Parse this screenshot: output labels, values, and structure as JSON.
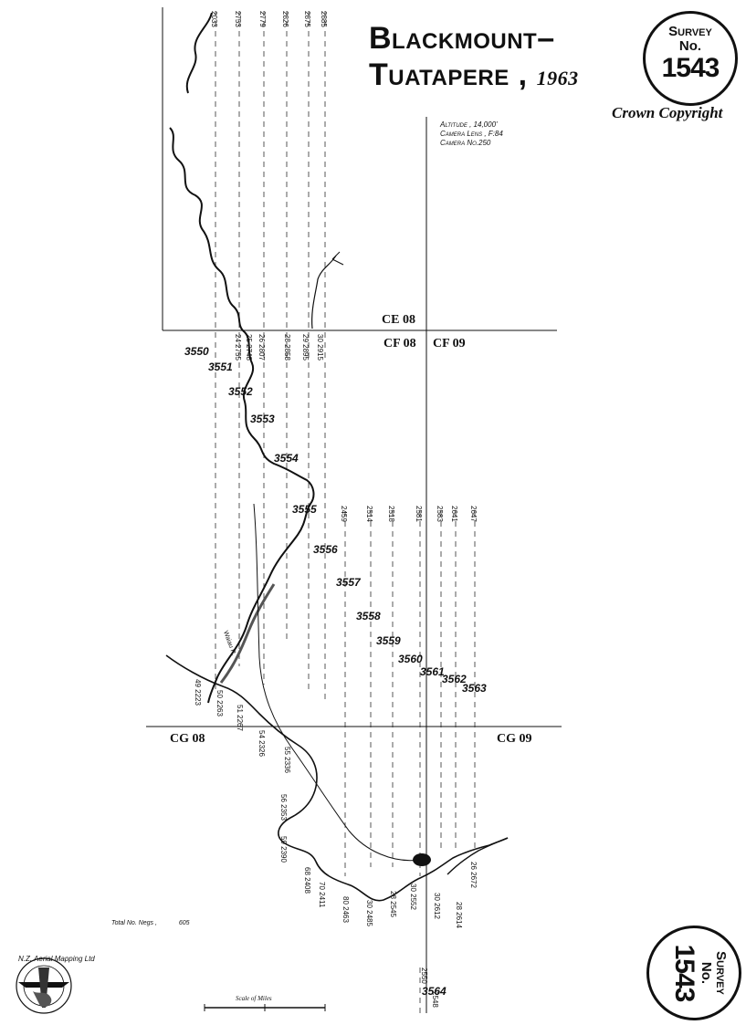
{
  "title": {
    "line1": "Blackmount–",
    "line2": "Tuatapere ,",
    "year": "1963"
  },
  "stamp_top": {
    "line1": "Survey",
    "line2": "No.",
    "number": "1543"
  },
  "stamp_bottom": {
    "line1": "Survey",
    "line2": "No.",
    "number": "1543"
  },
  "copyright": "Crown Copyright",
  "flight_info": {
    "altitude": "Altitude , 14,000'",
    "lens": "Camera Lens , F:84",
    "camera": "Camera No.250"
  },
  "grid_labels": {
    "ce08": "CE 08",
    "cf08": "CF 08",
    "cf09": "CF 09",
    "cg08": "CG 08",
    "cg09": "CG 09"
  },
  "total_negs": {
    "label": "Total No. Negs ,",
    "value": "605"
  },
  "scale_label": "Scale of Miles",
  "logo_text": "N.Z. Aerial Mapping Ltd",
  "river_label": "Waiau R.",
  "photo_labels": [
    "3550",
    "3551",
    "3552",
    "3553",
    "3554",
    "3555",
    "3556",
    "3557",
    "3558",
    "3559",
    "3560",
    "3561",
    "3562",
    "3563",
    "3564"
  ],
  "upper_strip_top_numbers": [
    "2033",
    "2753",
    "2779",
    "2826",
    "2875",
    "2885"
  ],
  "upper_strip_bottom_pairs": [
    "24 2755",
    "25 2748",
    "26 2807",
    "28 2858",
    "29 2895",
    "30 2915"
  ],
  "lower_strip_top_numbers": [
    "2459",
    "2514",
    "2518",
    "2581",
    "2583",
    "2641",
    "2647"
  ],
  "bottom_run_numbers": [
    "49 2223",
    "50 2263",
    "51 2267",
    "54 2326",
    "55 2336",
    "56 2353",
    "59 2390",
    "68 2408",
    "70 2411",
    "80 2463",
    "30 2485",
    "28 2545",
    "30 2552",
    "30 2612",
    "28 2614",
    "26 2672",
    "2550",
    "2548"
  ],
  "colors": {
    "ink": "#111111",
    "paper": "#ffffff",
    "hatch": "#555555"
  },
  "icons": [
    "aerial-mapping-logo-icon",
    "survey-stamp-icon"
  ]
}
